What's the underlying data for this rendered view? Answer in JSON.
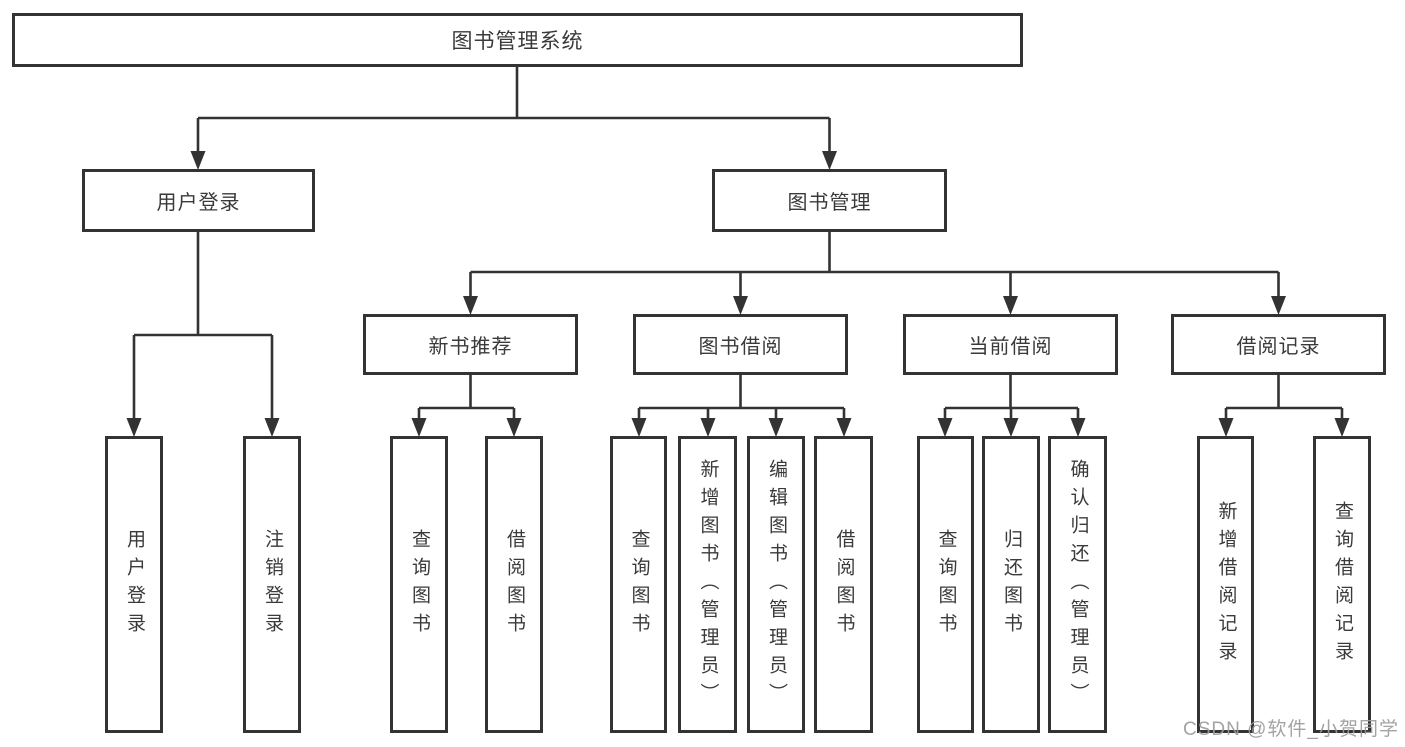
{
  "tree": {
    "root": {
      "label": "图书管理系统"
    },
    "branches": [
      {
        "label": "用户登录",
        "children": [
          {
            "label": "用户登录"
          },
          {
            "label": "注销登录"
          }
        ]
      },
      {
        "label": "图书管理",
        "children": [
          {
            "label": "新书推荐",
            "children": [
              {
                "label": "查询图书"
              },
              {
                "label": "借阅图书"
              }
            ]
          },
          {
            "label": "图书借阅",
            "children": [
              {
                "label": "查询图书"
              },
              {
                "label": "新增图书（管理员）"
              },
              {
                "label": "编辑图书（管理员）"
              },
              {
                "label": "借阅图书"
              }
            ]
          },
          {
            "label": "当前借阅",
            "children": [
              {
                "label": "查询图书"
              },
              {
                "label": "归还图书"
              },
              {
                "label": "确认归还（管理员）"
              }
            ]
          },
          {
            "label": "借阅记录",
            "children": [
              {
                "label": "新增借阅记录"
              },
              {
                "label": "查询借阅记录"
              }
            ]
          }
        ]
      }
    ]
  },
  "watermark": "CSDN @软件_小贺同学",
  "colors": {
    "line": "#333333",
    "box_border": "#333333",
    "text": "#3a3a3a",
    "watermark": "#9b9b9b",
    "background": "#ffffff"
  }
}
